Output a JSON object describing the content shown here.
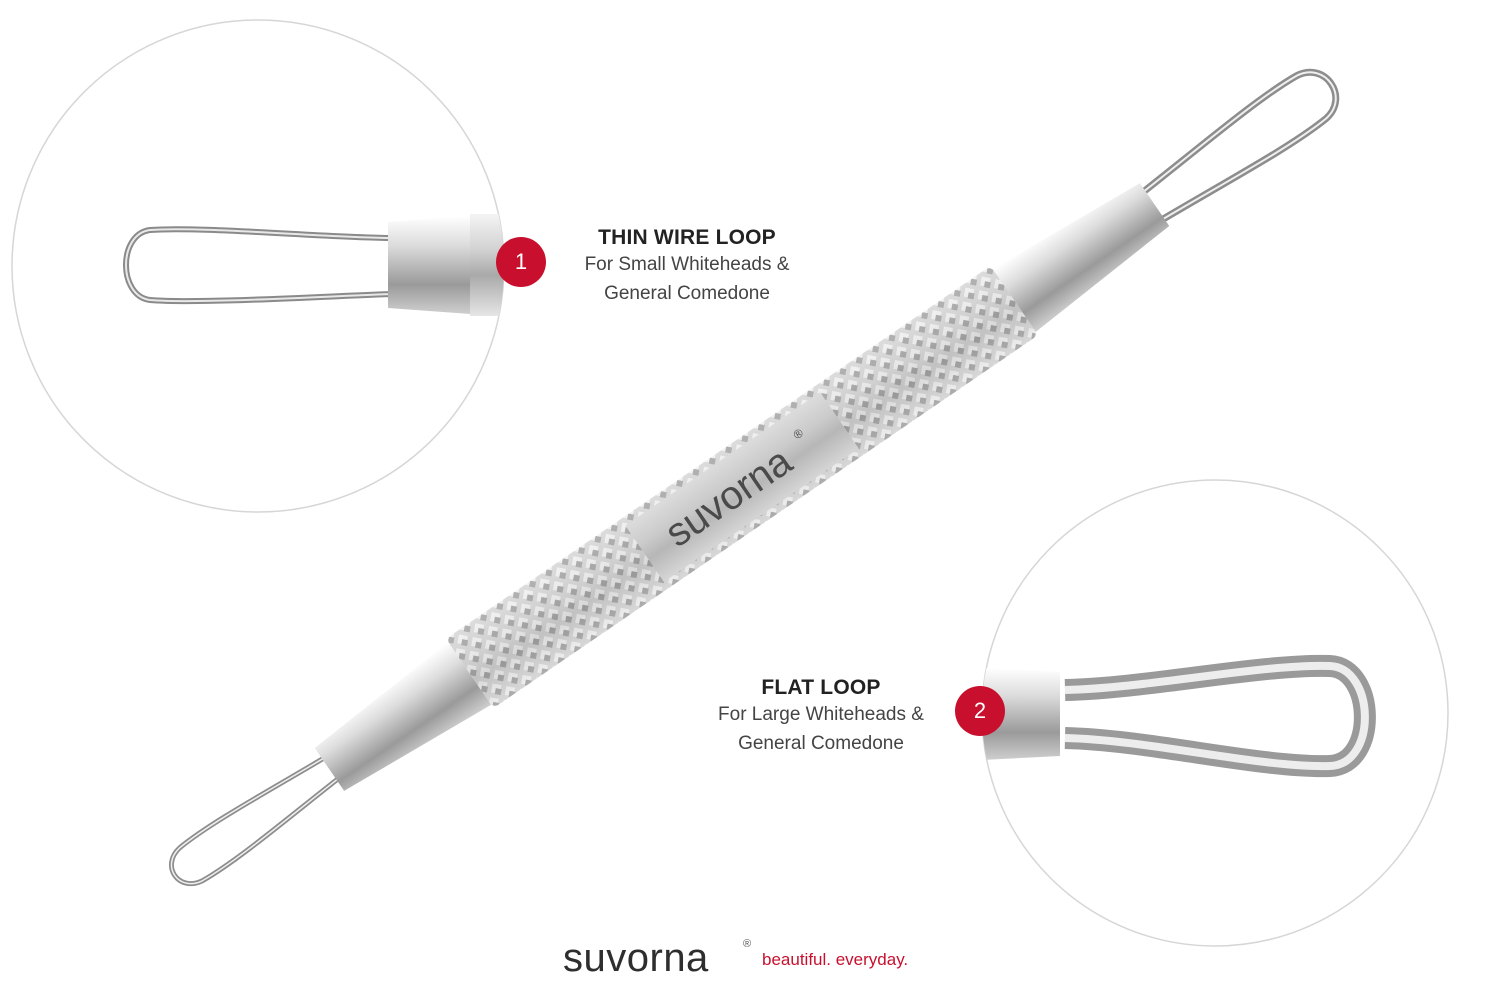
{
  "brand": {
    "name": "suvorna",
    "registered": "®",
    "tagline": "beautiful. everyday.",
    "accent_color": "#c8102e"
  },
  "tool_engraving": {
    "text": "suvorna",
    "registered": "®"
  },
  "callouts": [
    {
      "number": "1",
      "title": "THIN WIRE LOOP",
      "line1": "For Small Whiteheads &",
      "line2": "General Comedone"
    },
    {
      "number": "2",
      "title": "FLAT LOOP",
      "line1": "For Large Whiteheads &",
      "line2": "General Comedone"
    }
  ],
  "icons": [
    "thin-wire-loop-zoom",
    "flat-loop-zoom",
    "extractor-tool"
  ]
}
